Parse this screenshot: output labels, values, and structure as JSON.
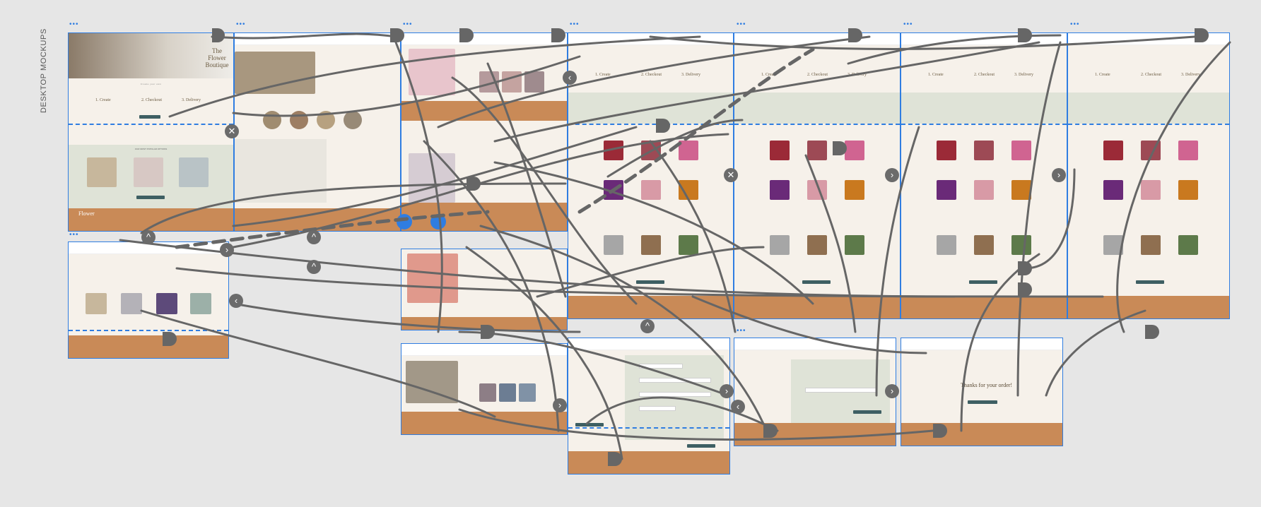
{
  "canvas": {
    "side_label": "DESKTOP MOCKUPS"
  },
  "brand": {
    "name_top": "The",
    "name_main": "Flower",
    "name_sub": "Boutique"
  },
  "home": {
    "section_heading": "Create your own",
    "steps": [
      "1. Create",
      "2. Checkout",
      "3. Delivery"
    ],
    "cta": "START",
    "lower_heading": "OUR MOST POPULAR OPTIONS",
    "btn": "SEE OTHER ITEMS"
  },
  "checkout": {
    "thanks": "Thanks for your order!"
  },
  "colors": {
    "canvas": "#e6e6e6",
    "frame_border": "#2f7de1",
    "page_bg": "#f6f1ea",
    "sage": "#dfe3d7",
    "terracotta": "#c98a57",
    "button": "#3e5f63",
    "wire": "#666666"
  },
  "icons": {
    "close_nav": "x-icon",
    "next_nav": "chevron-right-icon",
    "prev_nav": "chevron-left-icon",
    "up_nav": "chevron-up-icon"
  }
}
